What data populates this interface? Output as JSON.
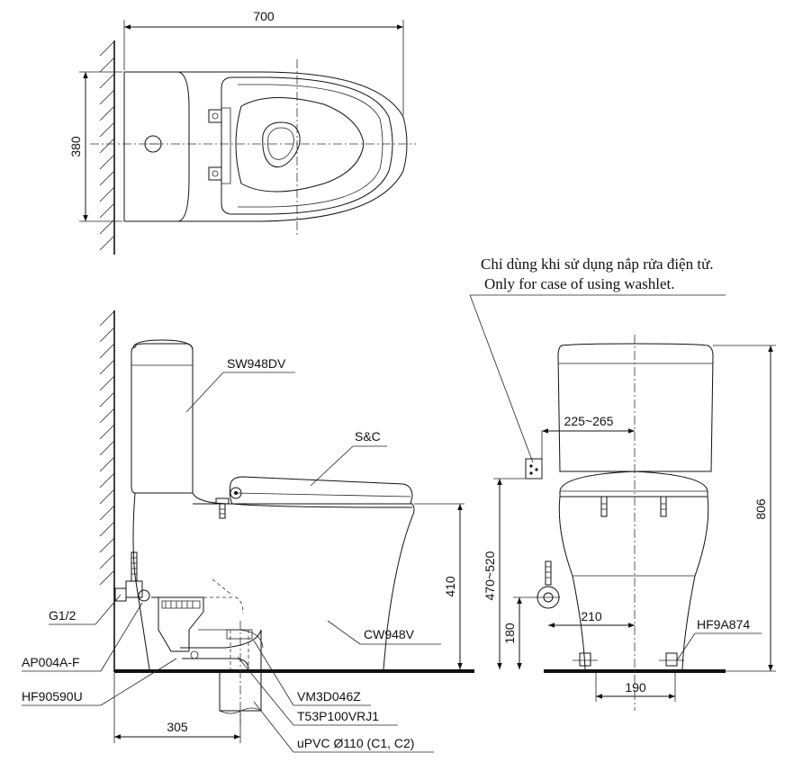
{
  "dimensions": {
    "top_width": "700",
    "top_depth": "380",
    "side_height": "410",
    "side_setback": "305",
    "front_inlet_height": "470~520",
    "front_supply_height": "180",
    "front_outlet_offset": "225~265",
    "front_supply_offset": "210",
    "front_fix_spacing": "190",
    "front_total_height": "806"
  },
  "parts": {
    "tank": "SW948DV",
    "seat": "S&C",
    "bowl": "CW948V",
    "valve_thread": "G1/2",
    "angle_valve": "AP004A-F",
    "supply_hose": "HF90590U",
    "flange": "VM3D046Z",
    "connector": "T53P100VRJ1",
    "drain_pipe": "uPVC Ø110 (C1, C2)",
    "floor_fix": "HF9A874"
  },
  "note": {
    "vi": "Chỉ dùng khi sử dụng nắp rửa điện tử.",
    "en": "Only for case of using washlet."
  }
}
